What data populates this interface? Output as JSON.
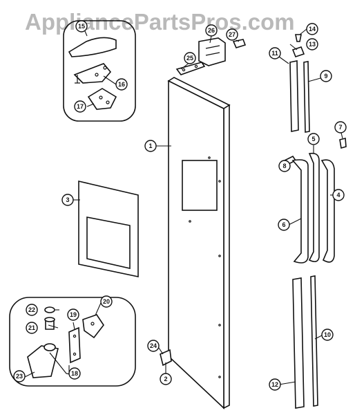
{
  "watermark": "AppliancePartsPros.com",
  "callouts": {
    "c1": "1",
    "c2": "2",
    "c3": "3",
    "c4": "4",
    "c5": "5",
    "c6": "6",
    "c7": "7",
    "c8": "8",
    "c9": "9",
    "c10": "10",
    "c11": "11",
    "c12": "12",
    "c13": "13",
    "c14": "14",
    "c15": "15",
    "c16": "16",
    "c17": "17",
    "c18": "18",
    "c19": "19",
    "c20": "20",
    "c21": "21",
    "c22": "22",
    "c23": "23",
    "c24": "24",
    "c25": "25",
    "c26": "26",
    "c27": "27"
  }
}
